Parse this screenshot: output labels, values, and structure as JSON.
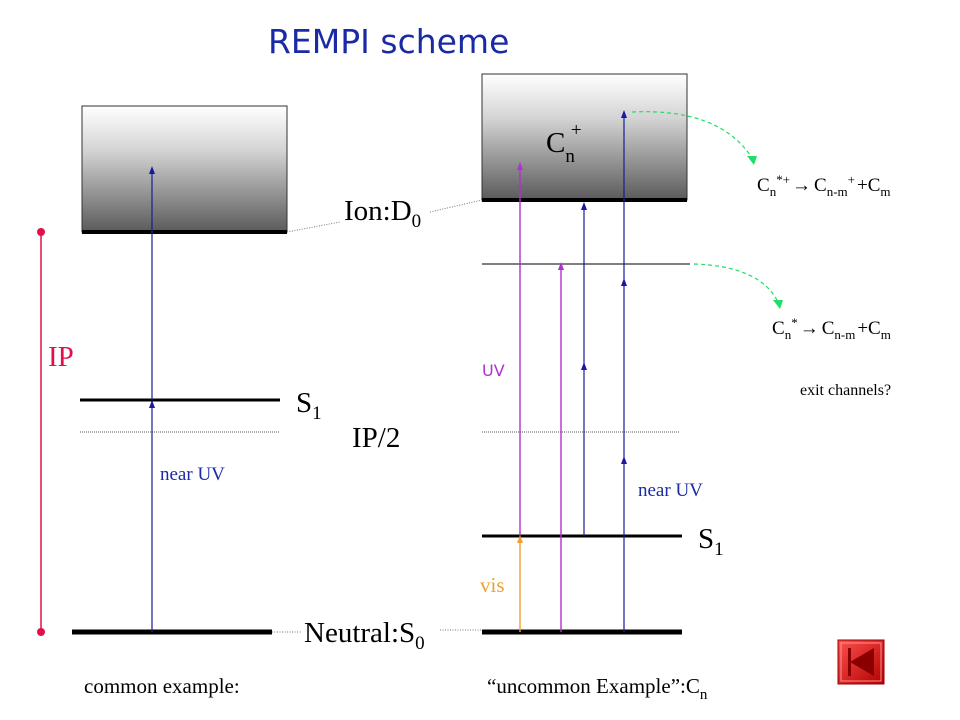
{
  "title": "REMPI scheme",
  "colors": {
    "title": "#1a2aa6",
    "ip": "#e2104a",
    "uv": "#b030d0",
    "vis": "#f0a030",
    "near_uv": "#1a2aa6",
    "arrow_blue": "#1a1aa0",
    "green_dashed": "#22dd66",
    "nav_red": "#e01818"
  },
  "left": {
    "ion_label": {
      "main": "Ion:D",
      "sub": "0"
    },
    "ip_label": "IP",
    "s1_label": {
      "main": "S",
      "sub": "1"
    },
    "ip_half_label": "IP/2",
    "near_uv_label": "near UV",
    "neutral_label": {
      "main": "Neutral:S",
      "sub": "0"
    },
    "caption": "common example:"
  },
  "right": {
    "cation_label": {
      "main": "C",
      "sub": "n",
      "sup": "+"
    },
    "uv_label": "UV",
    "near_uv_label": "near UV",
    "s1_label": {
      "main": "S",
      "sub": "1"
    },
    "vis_label": "vis",
    "caption": {
      "main": "“uncommon Example”:C",
      "sub": "n"
    }
  },
  "exit_channels": {
    "upper": {
      "c1": "C",
      "c1_sub": "n",
      "c1_sup": "*+",
      "arrow": "→",
      "c2": "C",
      "c2_sub": "n-m",
      "c2_sup": "+",
      "plus": "+",
      "c3": "C",
      "c3_sub": "m"
    },
    "lower": {
      "c1": "C",
      "c1_sub": "n",
      "c1_sup": "*",
      "arrow": "→",
      "c2": "C",
      "c2_sub": "n-m",
      "plus": "+",
      "c3": "C",
      "c3_sub": "m"
    },
    "question": "exit channels?"
  },
  "nav": {
    "icon": "previous-slide-icon"
  }
}
